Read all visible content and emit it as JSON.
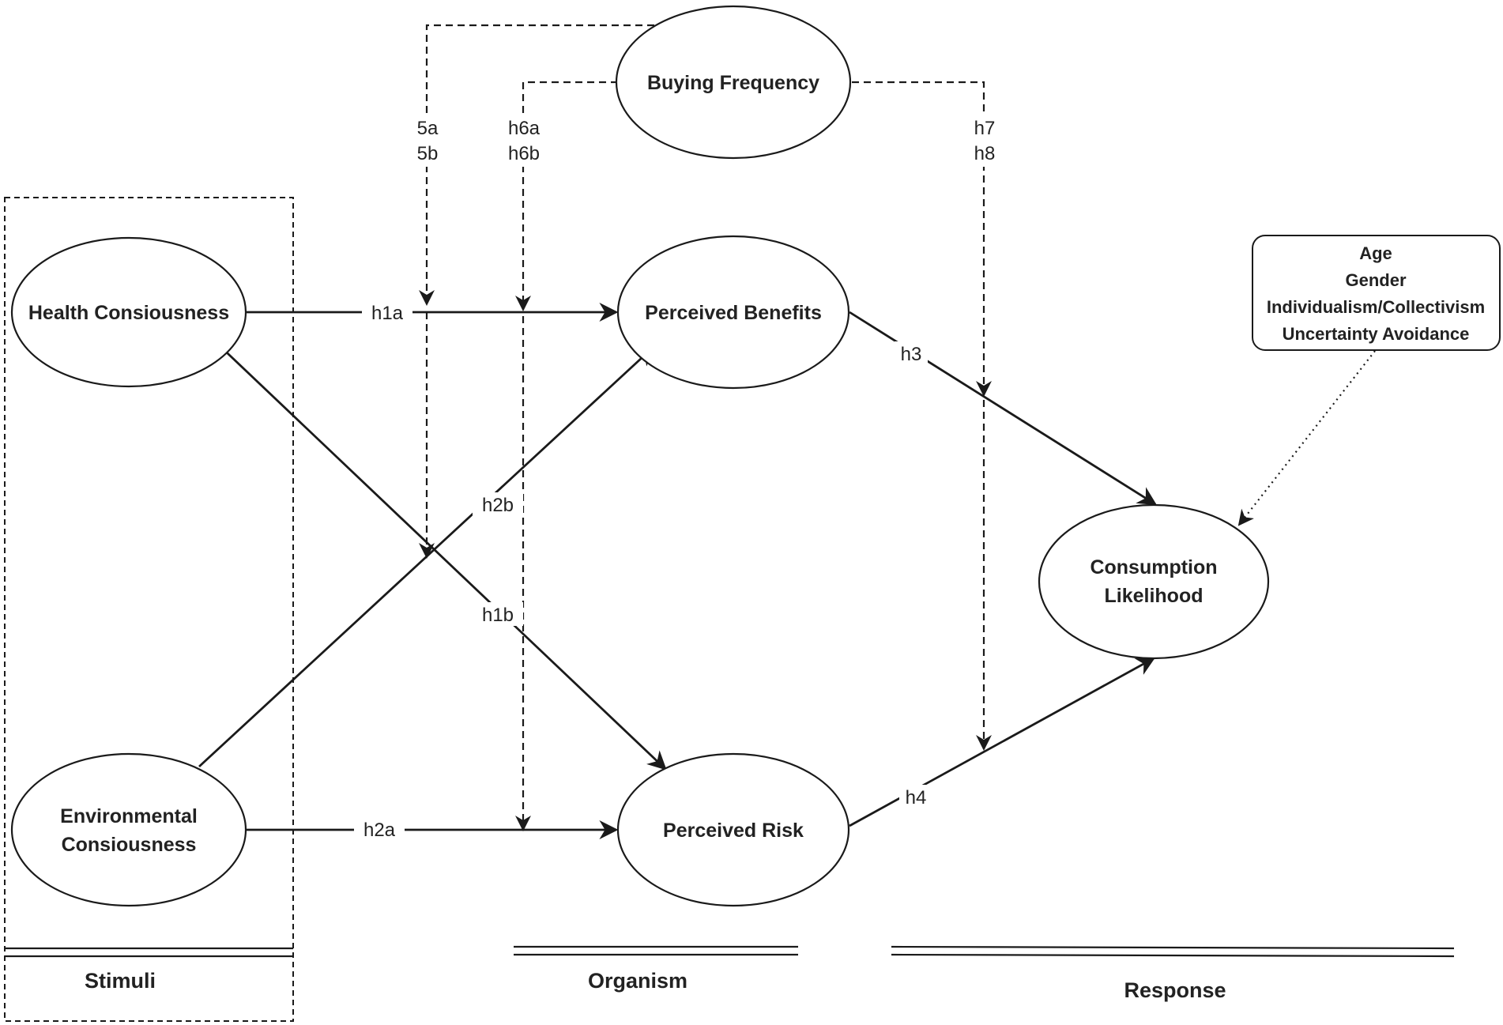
{
  "nodes": {
    "buying_frequency": "Buying Frequency",
    "health_consciousness": "Health Consiousness",
    "environmental_consciousness_line1": "Environmental",
    "environmental_consciousness_line2": "Consiousness",
    "perceived_benefits": "Perceived Benefits",
    "perceived_risk": "Perceived Risk",
    "consumption_likelihood_line1": "Consumption",
    "consumption_likelihood_line2": "Likelihood"
  },
  "moderators": {
    "line1": "Age",
    "line2": "Gender",
    "line3": "Individualism/Collectivism",
    "line4": "Uncertainty Avoidance"
  },
  "edge_labels": {
    "h1a": "h1a",
    "h1b": "h1b",
    "h2a": "h2a",
    "h2b": "h2b",
    "h3": "h3",
    "h4": "h4",
    "h5a": "5a",
    "h5b": "5b",
    "h6a": "h6a",
    "h6b": "h6b",
    "h7": "h7",
    "h8": "h8"
  },
  "sections": {
    "stimuli": "Stimuli",
    "organism": "Organism",
    "response": "Response"
  }
}
